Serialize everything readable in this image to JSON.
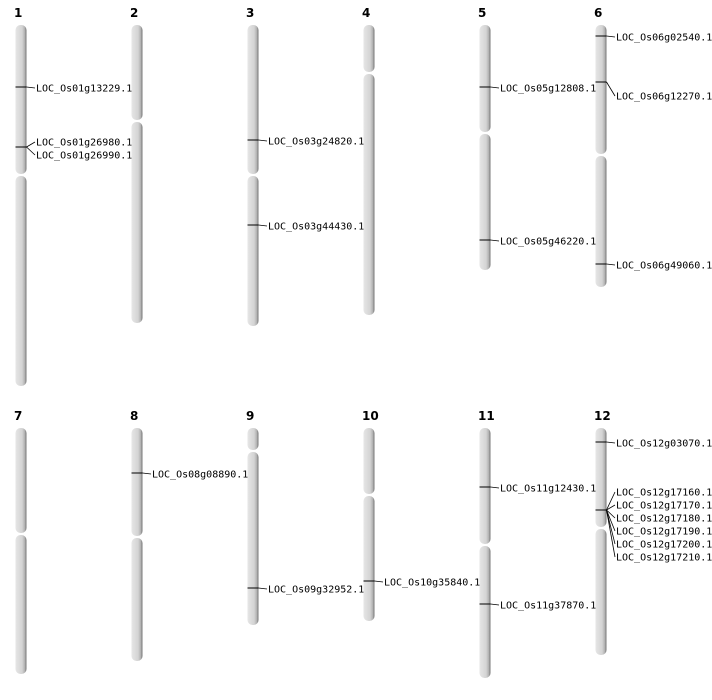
{
  "chromosomes": [
    {
      "name": "1",
      "markers": [
        "LOC_Os01g13229.1",
        "LOC_Os01g26980.1",
        "LOC_Os01g26990.1"
      ]
    },
    {
      "name": "2",
      "markers": []
    },
    {
      "name": "3",
      "markers": [
        "LOC_Os03g24820.1",
        "LOC_Os03g44430.1"
      ]
    },
    {
      "name": "4",
      "markers": []
    },
    {
      "name": "5",
      "markers": [
        "LOC_Os05g12808.1",
        "LOC_Os05g46220.1"
      ]
    },
    {
      "name": "6",
      "markers": [
        "LOC_Os06g02540.1",
        "LOC_Os06g12270.1",
        "LOC_Os06g49060.1"
      ]
    },
    {
      "name": "7",
      "markers": []
    },
    {
      "name": "8",
      "markers": [
        "LOC_Os08g08890.1"
      ]
    },
    {
      "name": "9",
      "markers": [
        "LOC_Os09g32952.1"
      ]
    },
    {
      "name": "10",
      "markers": [
        "LOC_Os10g35840.1"
      ]
    },
    {
      "name": "11",
      "markers": [
        "LOC_Os11g12430.1",
        "LOC_Os11g37870.1"
      ]
    },
    {
      "name": "12",
      "markers": [
        "LOC_Os12g03070.1",
        "LOC_Os12g17160.1",
        "LOC_Os12g17170.1",
        "LOC_Os12g17180.1",
        "LOC_Os12g17190.1",
        "LOC_Os12g17200.1",
        "LOC_Os12g17210.1"
      ]
    }
  ],
  "colors": {
    "chromosome": "#d4d4d4",
    "shadow": "#6e6e6e",
    "marker": "#000000"
  }
}
